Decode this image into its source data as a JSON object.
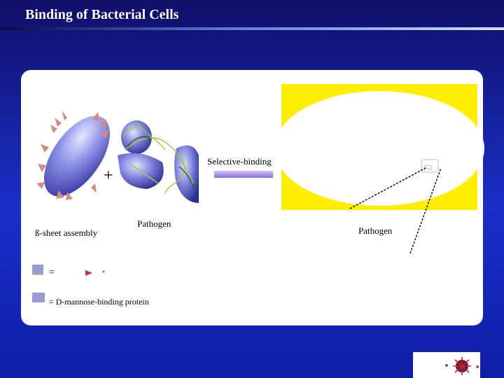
{
  "slide": {
    "title": "Binding of Bacterial Cells"
  },
  "diagram": {
    "left_label": "ß-sheet assembly",
    "pathogen_label_left": "Pathogen",
    "arrow_label": "Selective-binding",
    "pathogen_label_right": "Pathogen",
    "plus_sign": "+",
    "legend": {
      "row1": "=",
      "row2": "= D-mannose-binding protein"
    }
  },
  "colors": {
    "assembly_blue": "#8f94e8",
    "spike_pink": "#d98a80",
    "fiber_green": "#9bc84a",
    "arrow_violet": "#a98cf0",
    "halo_yellow": "#ffee00"
  }
}
